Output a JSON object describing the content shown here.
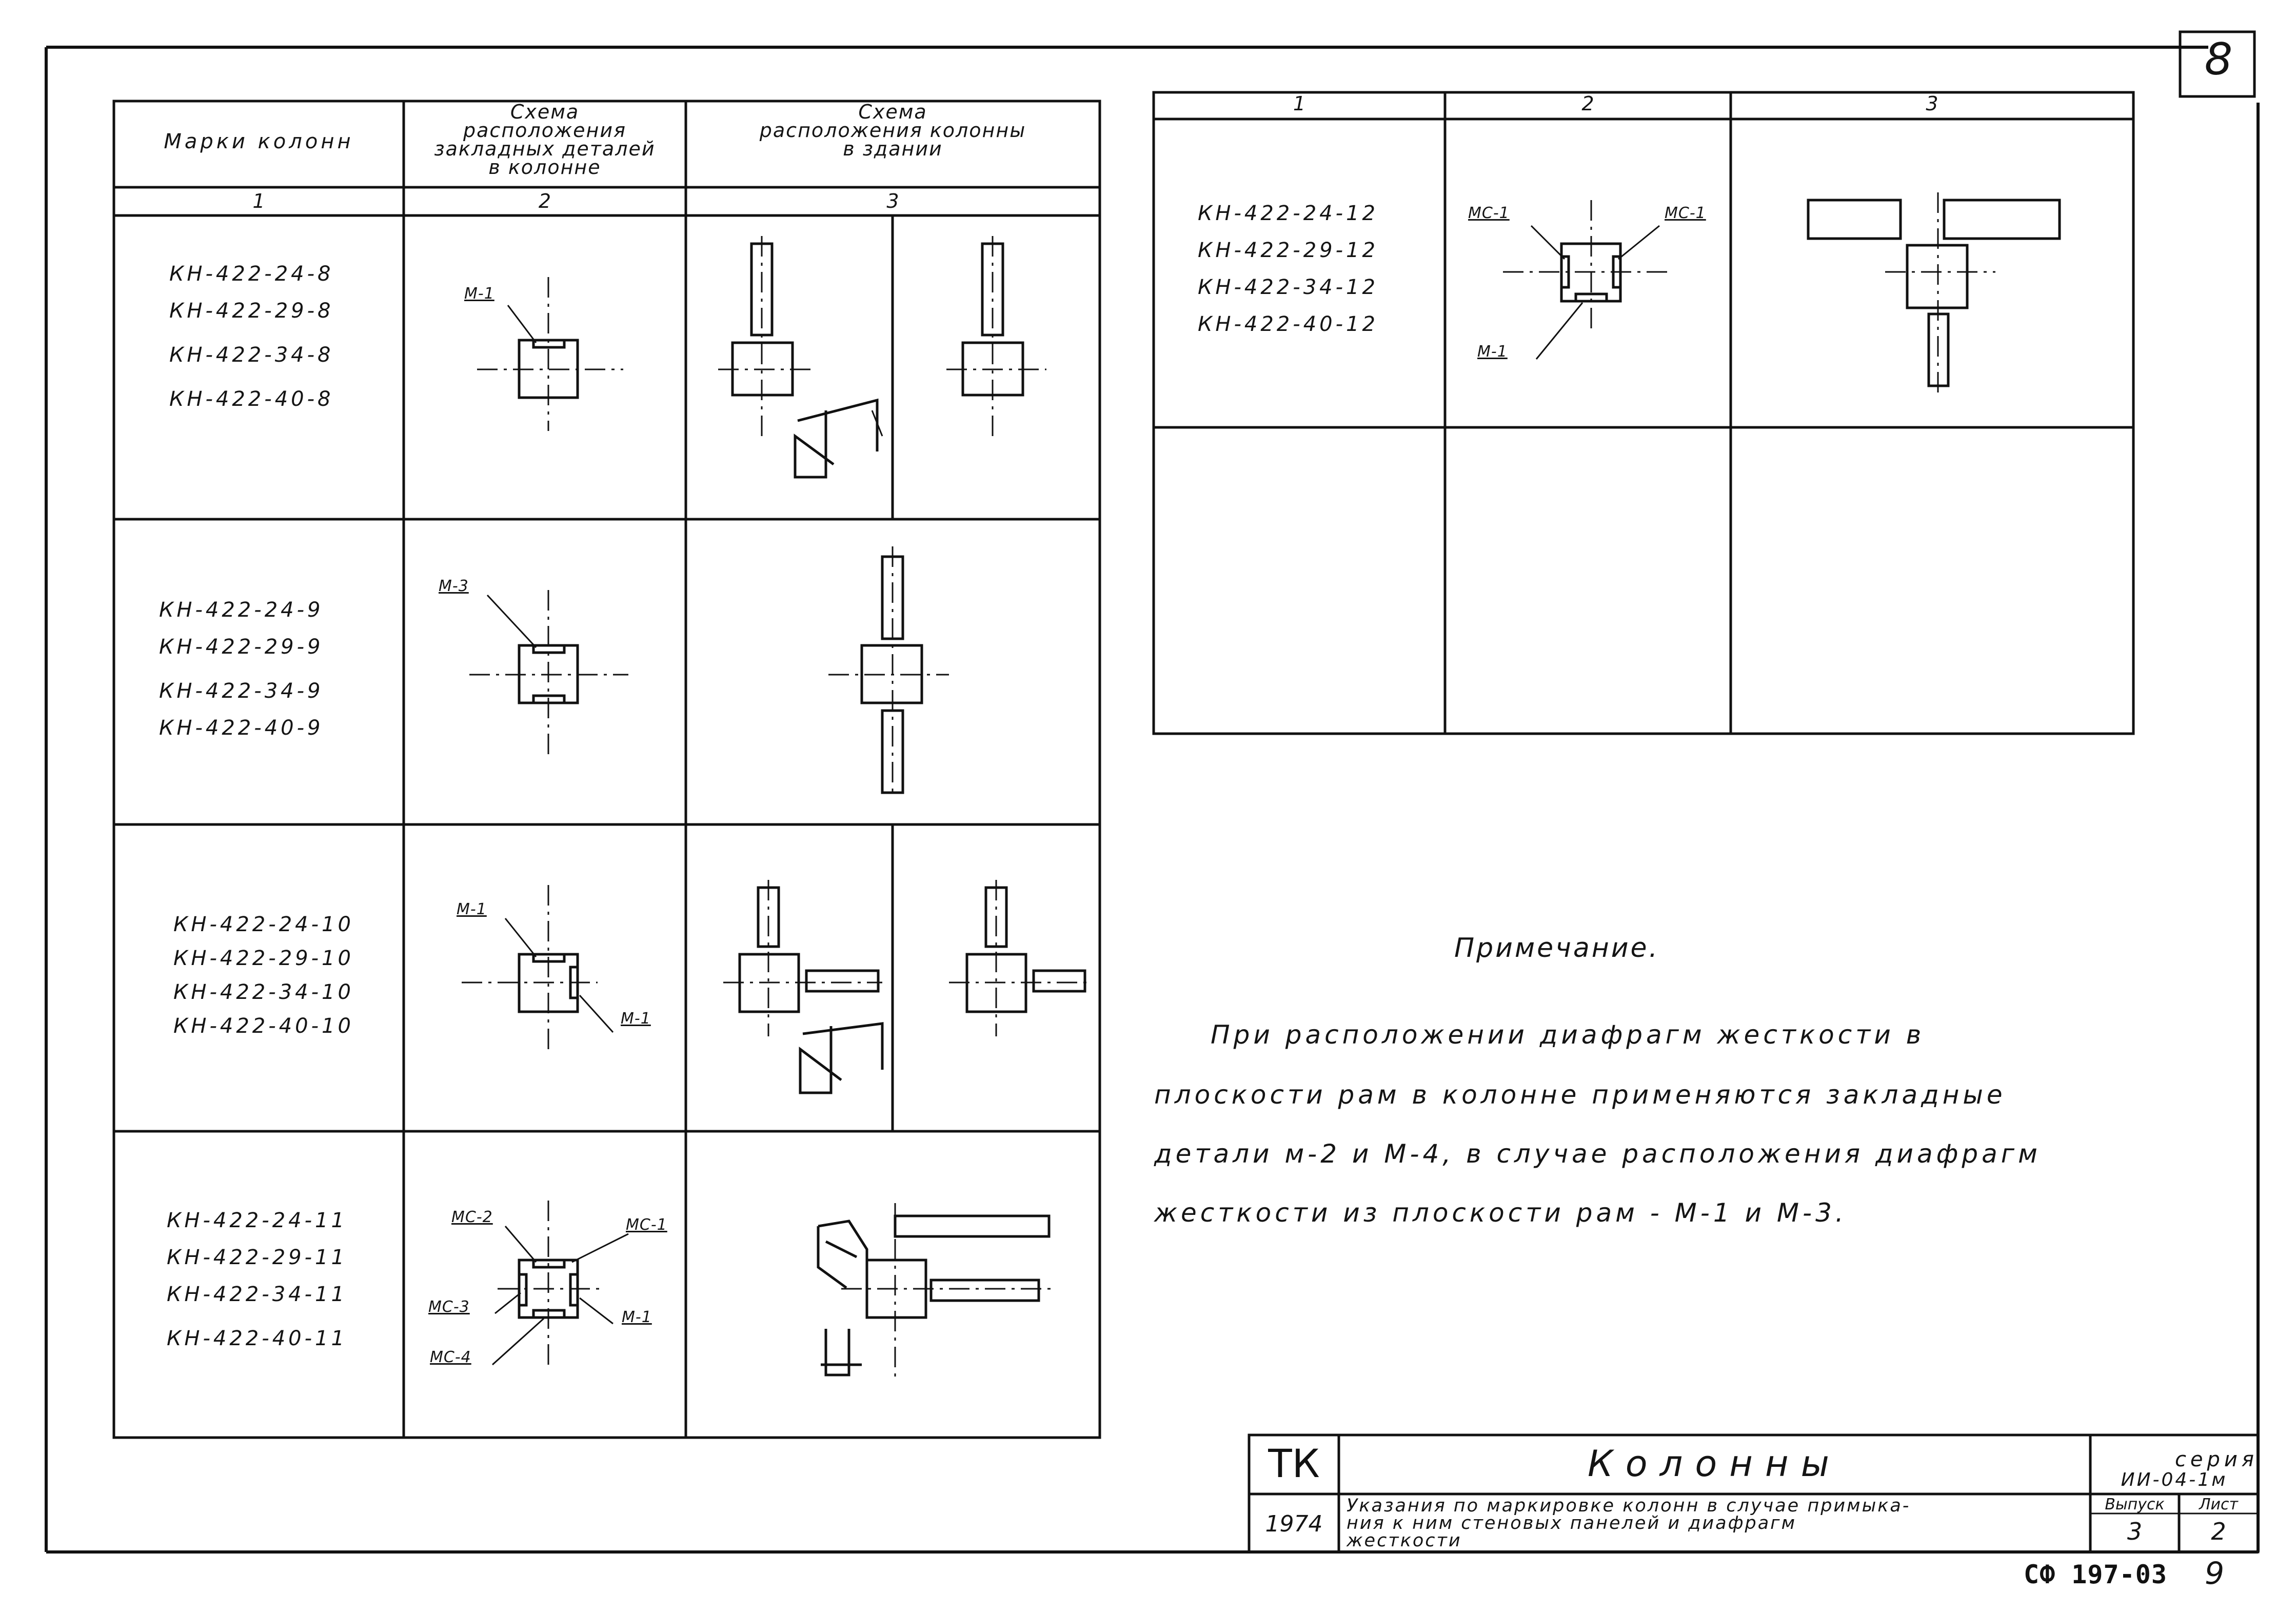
{
  "sheet_corner": "8",
  "left_table": {
    "headers": {
      "col1": "Марки   колонн",
      "col2": [
        "Схема",
        "расположения",
        "закладных деталей",
        "в колонне"
      ],
      "col3": [
        "Схема",
        "расположения   колонны",
        "в здании"
      ]
    },
    "numbers": [
      "1",
      "2",
      "3"
    ],
    "rows": [
      {
        "marks": [
          "КН-422-24-8",
          "КН-422-29-8",
          "КН-422-34-8",
          "КН-422-40-8"
        ],
        "labels": [
          "М-1"
        ]
      },
      {
        "marks": [
          "КН-422-24-9",
          "КН-422-29-9",
          "КН-422-34-9",
          "КН-422-40-9"
        ],
        "labels": [
          "М-3"
        ]
      },
      {
        "marks": [
          "КН-422-24-10",
          "КН-422-29-10",
          "КН-422-34-10",
          "КН-422-40-10"
        ],
        "labels": [
          "М-1",
          "М-1"
        ]
      },
      {
        "marks": [
          "КН-422-24-11",
          "КН-422-29-11",
          "КН-422-34-11",
          "КН-422-40-11"
        ],
        "labels": [
          "МС-2",
          "МС-1",
          "МС-3",
          "М-1",
          "МС-4"
        ]
      }
    ]
  },
  "right_table": {
    "numbers": [
      "1",
      "2",
      "3"
    ],
    "row": {
      "marks": [
        "КН-422-24-12",
        "КН-422-29-12",
        "КН-422-34-12",
        "КН-422-40-12"
      ],
      "labels": [
        "МС-1",
        "МС-1",
        "М-1"
      ]
    }
  },
  "note": {
    "title": "Примечание.",
    "lines": [
      "При   расположении   диафрагм   жесткости  в",
      "плоскости  рам  в колонне  применяются  закладные",
      "детали  м-2  и  М-4,  в случае  расположения  диафрагм",
      "жесткости   из  плоскости  рам  - М-1  и  М-3."
    ]
  },
  "title_block": {
    "org": "ТК",
    "year": "1974",
    "title": "Колонны",
    "description": [
      "Указания  по маркировке колонн  в случае  примыка-",
      "ния к ним  стеновых панелей  и диафрагм",
      "жесткости"
    ],
    "series_label": "серия",
    "series_value": "ИИ-04-1м",
    "issue_label": "Выпуск",
    "issue_value": "3",
    "sheet_label": "Лист",
    "sheet_value": "2"
  },
  "stamp": "СФ 197-03",
  "stamp_page": "9"
}
